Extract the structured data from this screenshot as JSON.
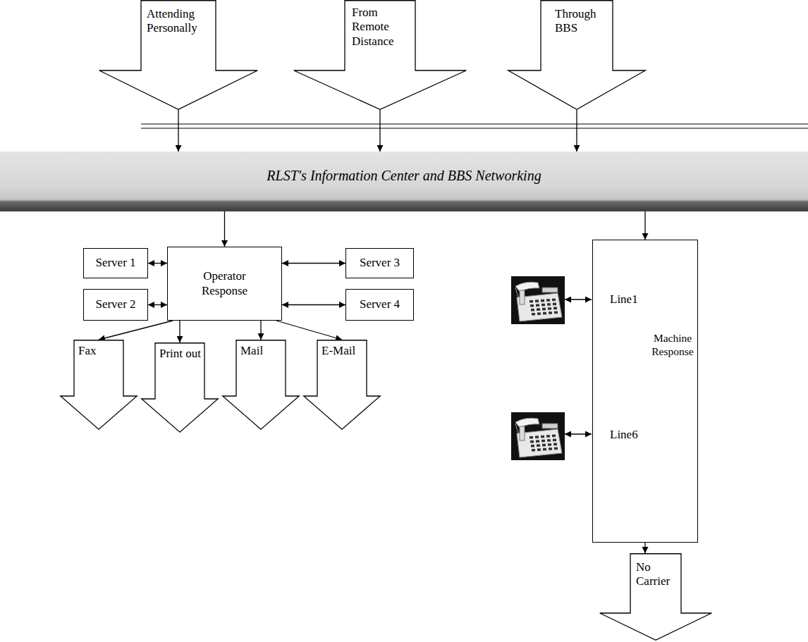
{
  "diagram": {
    "nodes": [
      {
        "text": [
          "Attending Personally"
        ]
      },
      {
        "text": [
          "From Remote Distance"
        ]
      },
      {
        "text": [
          "Through BBS"
        ]
      },
      {
        "text": [
          "RLST's Information Center and BBS Networking"
        ]
      },
      {
        "text": [
          "Server 1"
        ]
      },
      {
        "text": [
          "Server 2"
        ]
      },
      {
        "text": [
          "Operator Response"
        ]
      },
      {
        "text": [
          "Server 3"
        ]
      },
      {
        "text": [
          "Server 4"
        ]
      },
      {
        "text": [
          "Fax"
        ]
      },
      {
        "text": [
          "Print out"
        ]
      },
      {
        "text": [
          "Mail"
        ]
      },
      {
        "text": [
          "E-Mail"
        ]
      },
      {
        "text": [
          "Line1",
          "Machine Response",
          "Line6"
        ]
      },
      {
        "text": [
          "No Carrier"
        ]
      }
    ],
    "edges": [
      {
        "from": 0,
        "to": 3,
        "arrow": "to"
      },
      {
        "from": 1,
        "to": 3,
        "arrow": "to"
      },
      {
        "from": 2,
        "to": 3,
        "arrow": "to"
      },
      {
        "from": 3,
        "to": 6,
        "arrow": "to"
      },
      {
        "from": 3,
        "to": 13,
        "arrow": "to"
      },
      {
        "from": 4,
        "to": 6,
        "arrow": "both"
      },
      {
        "from": 5,
        "to": 6,
        "arrow": "both"
      },
      {
        "from": 7,
        "to": 6,
        "arrow": "both"
      },
      {
        "from": 8,
        "to": 6,
        "arrow": "both"
      },
      {
        "from": 6,
        "to": 9,
        "arrow": "to"
      },
      {
        "from": 6,
        "to": 10,
        "arrow": "to"
      },
      {
        "from": 6,
        "to": 11,
        "arrow": "to"
      },
      {
        "from": 6,
        "to": 12,
        "arrow": "to"
      },
      {
        "from": 13,
        "to": 14,
        "arrow": "to"
      }
    ]
  }
}
